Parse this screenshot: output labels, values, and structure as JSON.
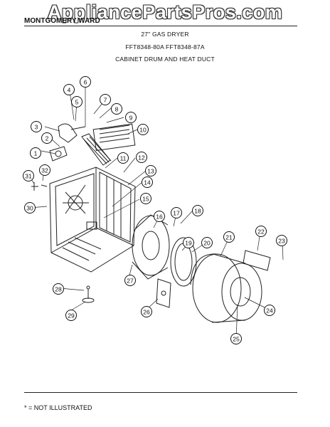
{
  "watermark": "AppliancePartsPros.com",
  "header": {
    "brand": "MONTGOMERY WARD",
    "title": "27\" GAS DRYER",
    "models": "FFT8348-80A  FFT8348-87A",
    "section": "CABINET DRUM AND HEAT DUCT"
  },
  "footnote": "* = NOT ILLUSTRATED",
  "parts": [
    "1",
    "2",
    "3",
    "4",
    "5",
    "6",
    "7",
    "8",
    "9",
    "10",
    "11",
    "12",
    "13",
    "14",
    "15",
    "16",
    "17",
    "18",
    "19",
    "20",
    "21",
    "22",
    "23",
    "24",
    "25",
    "27",
    "28",
    "29",
    "30",
    "31",
    "32",
    "26"
  ]
}
